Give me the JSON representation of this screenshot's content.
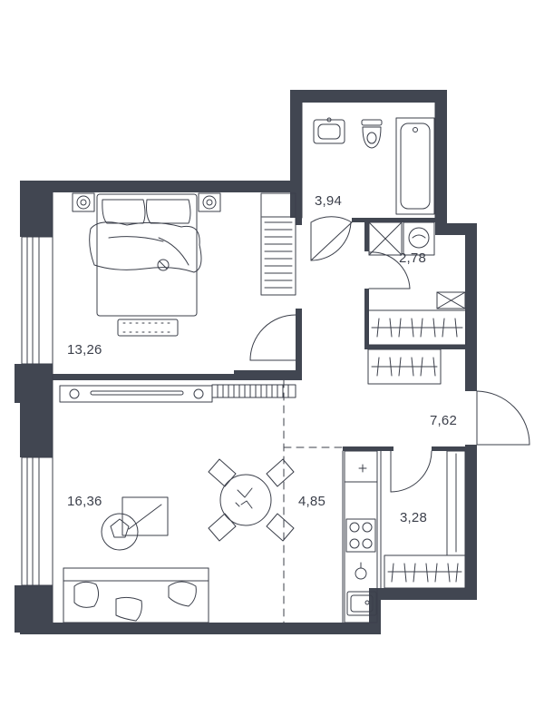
{
  "plan": {
    "wall_color": "#414651",
    "line_color": "#3b3f4a",
    "rooms": [
      {
        "id": "bathroom",
        "area": "3,94"
      },
      {
        "id": "bedroom",
        "area": "13,26"
      },
      {
        "id": "laundry",
        "area": "2,78"
      },
      {
        "id": "hallway",
        "area": "7,62"
      },
      {
        "id": "living-room",
        "area": "16,36"
      },
      {
        "id": "kitchen",
        "area": "4,85"
      },
      {
        "id": "wardrobe",
        "area": "3,28"
      }
    ]
  }
}
